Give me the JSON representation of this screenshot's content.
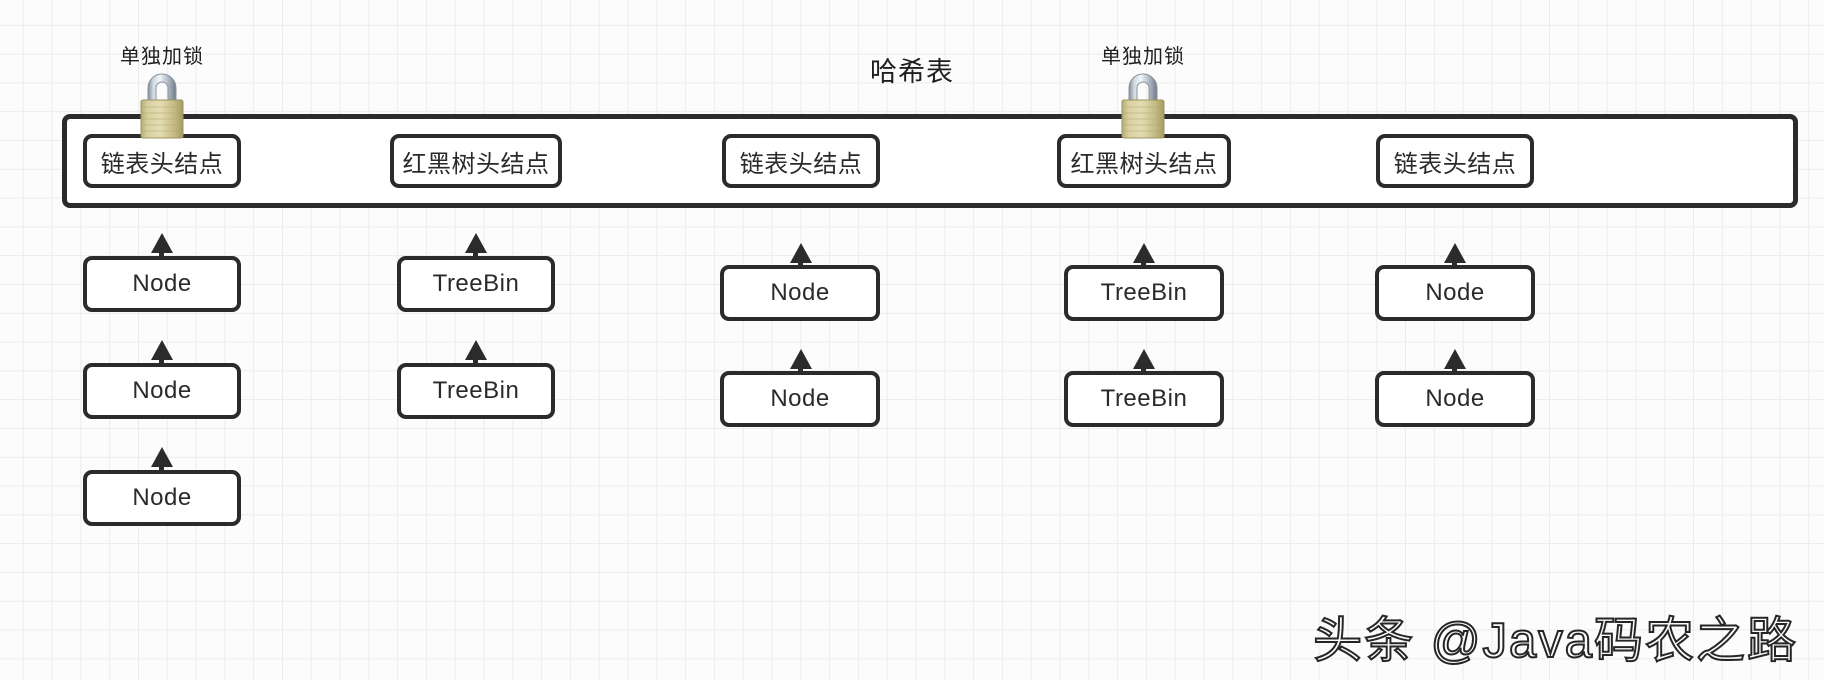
{
  "diagram": {
    "title": "哈希表",
    "container_name": "hash-table",
    "watermark": "头条 @Java码农之路",
    "colors": {
      "stroke": "#2b2b2b",
      "background": "#fcfcfc",
      "grid_line": "#ececec",
      "box_fill": "#ffffff",
      "lock_body": "#c9c08a",
      "lock_shackle": "#b9c3cc"
    },
    "locks": [
      {
        "label": "单独加锁",
        "column": 1
      },
      {
        "label": "单独加锁",
        "column": 4
      }
    ],
    "columns": [
      {
        "head": "链表头结点",
        "head_type": "linked-list",
        "locked": true,
        "chain": [
          "Node",
          "Node",
          "Node"
        ]
      },
      {
        "head": "红黑树头结点",
        "head_type": "red-black-tree",
        "locked": false,
        "chain": [
          "TreeBin",
          "TreeBin"
        ]
      },
      {
        "head": "链表头结点",
        "head_type": "linked-list",
        "locked": false,
        "chain": [
          "Node",
          "Node"
        ]
      },
      {
        "head": "红黑树头结点",
        "head_type": "red-black-tree",
        "locked": true,
        "chain": [
          "TreeBin",
          "TreeBin"
        ]
      },
      {
        "head": "链表头结点",
        "head_type": "linked-list",
        "locked": false,
        "chain": [
          "Node",
          "Node"
        ]
      }
    ]
  }
}
